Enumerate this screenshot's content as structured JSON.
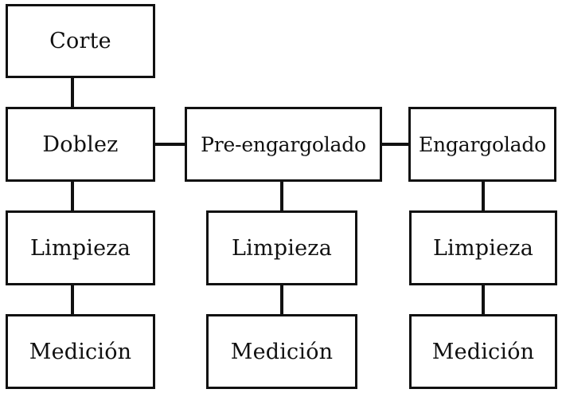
{
  "diagram": {
    "type": "process-flow-block-diagram",
    "background_color": "#ffffff",
    "line_color": "#111111",
    "text_color": "#101010",
    "columns": [
      {
        "id": "column-1",
        "nodes": [
          {
            "id": "corte",
            "label": "Corte"
          },
          {
            "id": "doblez",
            "label": "Doblez"
          },
          {
            "id": "limpieza-1",
            "label": "Limpieza"
          },
          {
            "id": "medicion-1",
            "label": "Medición"
          }
        ]
      },
      {
        "id": "column-2",
        "nodes": [
          {
            "id": "pre-engargolado",
            "label": "Pre-engargolado"
          },
          {
            "id": "limpieza-2",
            "label": "Limpieza"
          },
          {
            "id": "medicion-2",
            "label": "Medición"
          }
        ]
      },
      {
        "id": "column-3",
        "nodes": [
          {
            "id": "engargolado",
            "label": "Engargolado"
          },
          {
            "id": "limpieza-3",
            "label": "Limpieza"
          },
          {
            "id": "medicion-3",
            "label": "Medición"
          }
        ]
      }
    ],
    "connectors": [
      {
        "id": "corte-to-doblez",
        "orientation": "vertical"
      },
      {
        "id": "doblez-to-limpieza-1",
        "orientation": "vertical"
      },
      {
        "id": "limpieza-1-to-medicion-1",
        "orientation": "vertical"
      },
      {
        "id": "doblez-to-pre-engargolado",
        "orientation": "horizontal"
      },
      {
        "id": "pre-engargolado-to-engargolado",
        "orientation": "horizontal"
      },
      {
        "id": "pre-engargolado-to-limpieza-2",
        "orientation": "vertical"
      },
      {
        "id": "limpieza-2-to-medicion-2",
        "orientation": "vertical"
      },
      {
        "id": "engargolado-to-limpieza-3",
        "orientation": "vertical"
      },
      {
        "id": "limpieza-3-to-medicion-3",
        "orientation": "vertical"
      }
    ]
  }
}
